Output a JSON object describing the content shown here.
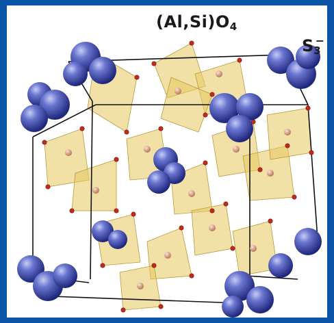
{
  "labels": {
    "framework": {
      "main": "(Al,Si)O",
      "sub": "4"
    },
    "anion": {
      "main": "S",
      "sub": "3",
      "sup": "−"
    }
  },
  "colors": {
    "border": "#0a55a8",
    "tetrahedron": "#e5c95f",
    "sulfur": "#3c4aa3",
    "oxygen": "#c22a1e",
    "cation": "#e8a987",
    "edge": "#111111"
  }
}
